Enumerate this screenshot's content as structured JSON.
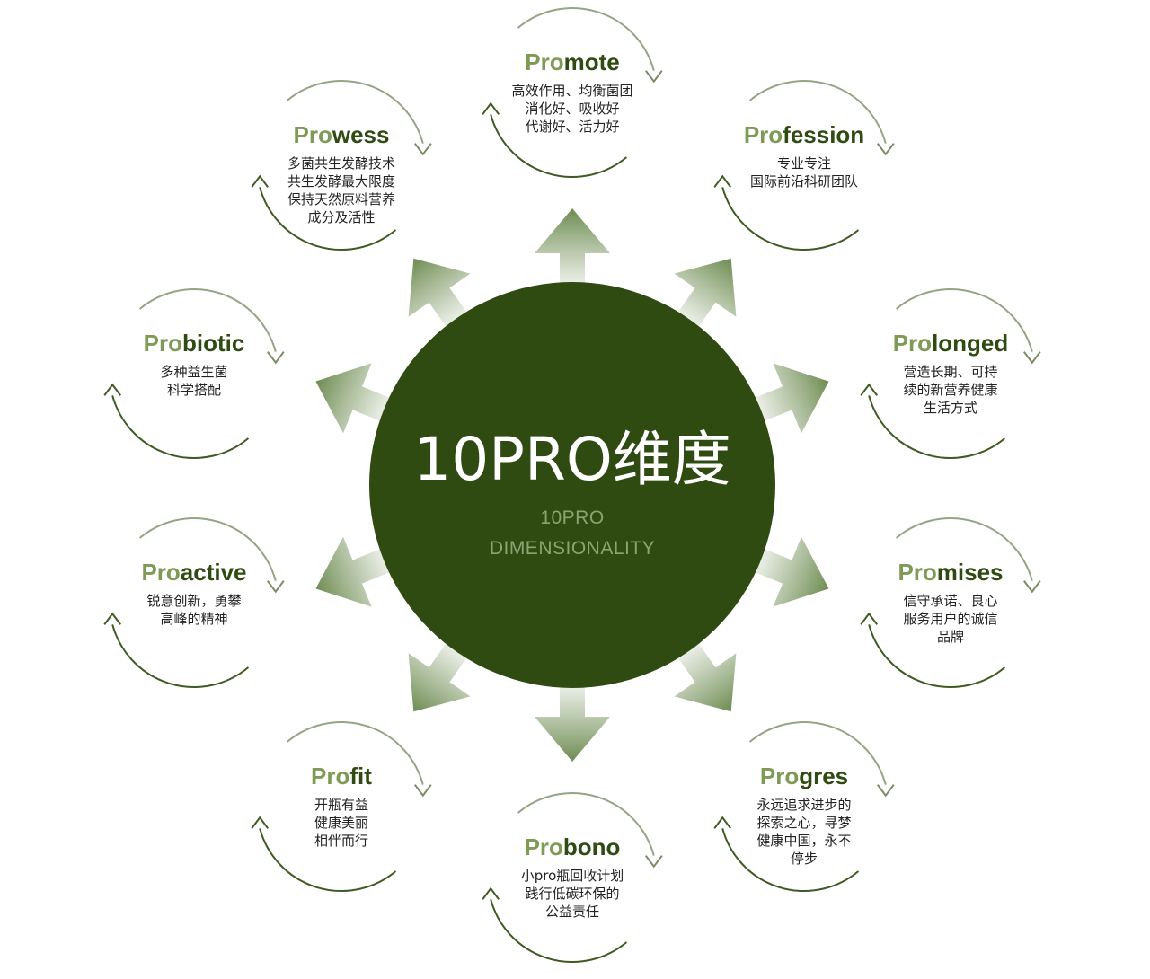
{
  "colors": {
    "center_fill": "#2f4b12",
    "accent_light": "#7e9a55",
    "accent_dark": "#2f4b12",
    "ring": "#3f5a22",
    "arrow_dark": "#6e8c52",
    "arrow_light": "#ffffff"
  },
  "center": {
    "title": "10PRO维度",
    "subtitle_lines": [
      "10PRO",
      "DIMENSIONALITY"
    ]
  },
  "nodes": [
    {
      "id": "promote",
      "prefix": "Pro",
      "suffix": "mote",
      "lines": [
        "高效作用、均衡菌团",
        "消化好、吸收好",
        "代谢好、活力好"
      ]
    },
    {
      "id": "profession",
      "prefix": "Pro",
      "suffix": "fession",
      "lines": [
        "专业专注",
        "国际前沿科研团队"
      ]
    },
    {
      "id": "prolonged",
      "prefix": "Pro",
      "suffix": "longed",
      "lines": [
        "营造长期、可持",
        "续的新营养健康",
        "生活方式"
      ]
    },
    {
      "id": "promises",
      "prefix": "Pro",
      "suffix": "mises",
      "lines": [
        "信守承诺、良心",
        "服务用户的诚信",
        "品牌"
      ]
    },
    {
      "id": "progres",
      "prefix": "Pro",
      "suffix": "gres",
      "lines": [
        "永远追求进步的",
        "探索之心，寻梦",
        "健康中国，永不",
        "停步"
      ]
    },
    {
      "id": "probono",
      "prefix": "Pro",
      "suffix": "bono",
      "lines": [
        "小pro瓶回收计划",
        "践行低碳环保的",
        "公益责任"
      ]
    },
    {
      "id": "profit",
      "prefix": "Pro",
      "suffix": "fit",
      "lines": [
        "开瓶有益",
        "健康美丽",
        "相伴而行"
      ]
    },
    {
      "id": "proactive",
      "prefix": "Pro",
      "suffix": "active",
      "lines": [
        "锐意创新，勇攀",
        "高峰的精神"
      ]
    },
    {
      "id": "probiotic",
      "prefix": "Pro",
      "suffix": "biotic",
      "lines": [
        "多种益生菌",
        "科学搭配"
      ]
    },
    {
      "id": "prowess",
      "prefix": "Pro",
      "suffix": "wess",
      "lines": [
        "多菌共生发酵技术",
        "共生发酵最大限度",
        "保持天然原料营养",
        "成分及活性"
      ]
    }
  ]
}
